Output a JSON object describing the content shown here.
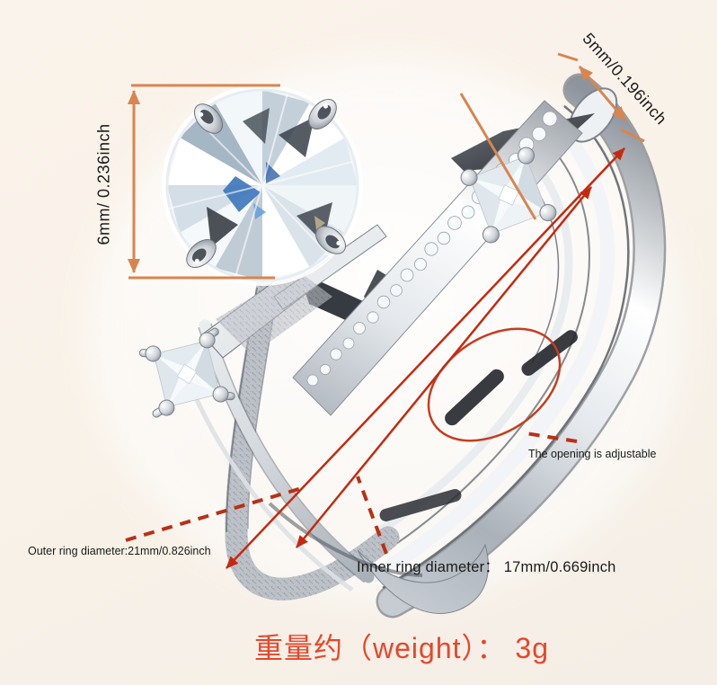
{
  "annotations": {
    "main_stone_size": "6mm/ 0.236inch",
    "band_width": "5mm/0.196inch",
    "opening_note": "The opening is adjustable",
    "outer_diameter": "Outer ring diameter:21mm/0.826inch",
    "inner_diameter": "Inner ring diameter：  17mm/0.669inch",
    "weight": "重量约（weight）： 3g"
  },
  "colors": {
    "background": "#f9f2e9",
    "dimension_arrows": "#d8854f",
    "diameter_lines": "#c52a10",
    "dashed_callouts": "#b93016",
    "label_text": "#1a1a1a",
    "weight_text": "#e8462b",
    "metal_silver": "#c9ced4"
  }
}
